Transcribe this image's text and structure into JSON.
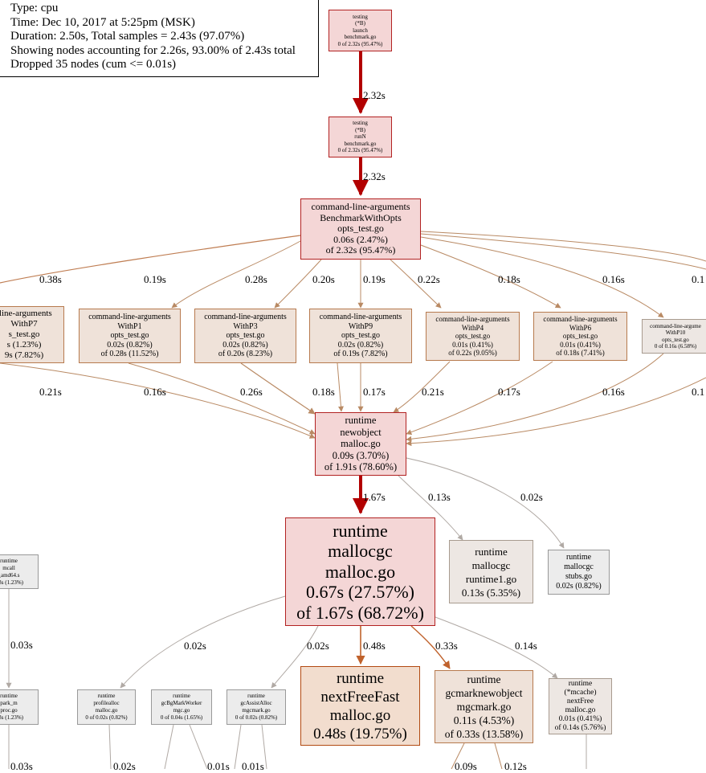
{
  "legend": {
    "lines": [
      "Type: cpu",
      "Time: Dec 10, 2017 at 5:25pm (MSK)",
      "Duration: 2.50s, Total samples = 2.43s (97.07%)",
      "Showing nodes accounting for 2.26s, 93.00% of 2.43s total",
      "Dropped 35 nodes (cum <= 0.01s)"
    ]
  },
  "nodes": {
    "launch": {
      "lines": [
        "testing",
        "(*B)",
        "launch",
        "benchmark.go",
        "0 of 2.32s (95.47%)"
      ]
    },
    "runN": {
      "lines": [
        "testing",
        "(*B)",
        "runN",
        "benchmark.go",
        "0 of 2.32s (95.47%)"
      ]
    },
    "bwo": {
      "lines": [
        "command-line-arguments",
        "BenchmarkWithOpts",
        "opts_test.go",
        "0.06s (2.47%)",
        "of 2.32s (95.47%)"
      ]
    },
    "p7": {
      "lines": [
        "-line-arguments",
        "WithP7",
        "s_test.go",
        "s (1.23%)",
        "9s (7.82%)"
      ]
    },
    "p1": {
      "lines": [
        "command-line-arguments",
        "WithP1",
        "opts_test.go",
        "0.02s (0.82%)",
        "of 0.28s (11.52%)"
      ]
    },
    "p3": {
      "lines": [
        "command-line-arguments",
        "WithP3",
        "opts_test.go",
        "0.02s (0.82%)",
        "of 0.20s (8.23%)"
      ]
    },
    "p9": {
      "lines": [
        "command-line-arguments",
        "WithP9",
        "opts_test.go",
        "0.02s (0.82%)",
        "of 0.19s (7.82%)"
      ]
    },
    "p4": {
      "lines": [
        "command-line-arguments",
        "WithP4",
        "opts_test.go",
        "0.01s (0.41%)",
        "of 0.22s (9.05%)"
      ]
    },
    "p6": {
      "lines": [
        "command-line-arguments",
        "WithP6",
        "opts_test.go",
        "0.01s (0.41%)",
        "of 0.18s (7.41%)"
      ]
    },
    "p10": {
      "lines": [
        "command-line-argume",
        "WithP10",
        "opts_test.go",
        "0 of 0.16s (6.58%)"
      ]
    },
    "newobject": {
      "lines": [
        "runtime",
        "newobject",
        "malloc.go",
        "0.09s (3.70%)",
        "of 1.91s (78.60%)"
      ]
    },
    "mallocgc": {
      "lines": [
        "runtime",
        "mallocgc",
        "malloc.go",
        "0.67s (27.57%)",
        "of 1.67s (68.72%)"
      ]
    },
    "mallocgc_r1": {
      "lines": [
        "runtime",
        "mallocgc",
        "runtime1.go",
        "0.13s (5.35%)"
      ]
    },
    "mallocgc_stubs": {
      "lines": [
        "runtime",
        "mallocgc",
        "stubs.go",
        "0.02s (0.82%)"
      ]
    },
    "mcall": {
      "lines": [
        "runtime",
        "mcall",
        "_amd64.s",
        ".03s (1.23%)"
      ]
    },
    "park_m": {
      "lines": [
        "runtime",
        "park_m",
        "proc.go",
        ".03s (1.23%)"
      ]
    },
    "profilealloc": {
      "lines": [
        "runtime",
        "profilealloc",
        "malloc.go",
        "0 of 0.02s (0.82%)"
      ]
    },
    "gcBgMarkWorker": {
      "lines": [
        "runtime",
        "gcBgMarkWorker",
        "mgc.go",
        "0 of 0.04s (1.65%)"
      ]
    },
    "gcAssistAlloc": {
      "lines": [
        "runtime",
        "gcAssistAlloc",
        "mgcmark.go",
        "0 of 0.02s (0.82%)"
      ]
    },
    "nextFreeFast": {
      "lines": [
        "runtime",
        "nextFreeFast",
        "malloc.go",
        "0.48s (19.75%)"
      ]
    },
    "gcmarknewobject": {
      "lines": [
        "runtime",
        "gcmarknewobject",
        "mgcmark.go",
        "0.11s (4.53%)",
        "of 0.33s (13.58%)"
      ]
    },
    "nextFree": {
      "lines": [
        "runtime",
        "(*mcache)",
        "nextFree",
        "malloc.go",
        "0.01s (0.41%)",
        "of 0.14s (5.76%)"
      ]
    }
  },
  "edges": [
    {
      "id": "launch-runN",
      "label": "2.32s"
    },
    {
      "id": "runN-bwo",
      "label": "2.32s"
    },
    {
      "id": "bwo-p7",
      "label": "0.38s"
    },
    {
      "id": "bwo-p1",
      "label": "0.19s"
    },
    {
      "id": "bwo-p3",
      "label": "0.28s"
    },
    {
      "id": "bwo-p9a",
      "label": "0.20s"
    },
    {
      "id": "bwo-p9b",
      "label": "0.19s"
    },
    {
      "id": "bwo-p4",
      "label": "0.22s"
    },
    {
      "id": "bwo-p6",
      "label": "0.18s"
    },
    {
      "id": "bwo-p10",
      "label": "0.16s"
    },
    {
      "id": "bwo-right",
      "label": "0.1"
    },
    {
      "id": "p7-no",
      "label": "0.21s"
    },
    {
      "id": "p1-no",
      "label": "0.16s"
    },
    {
      "id": "p3-no",
      "label": "0.26s"
    },
    {
      "id": "p9a-no",
      "label": "0.18s"
    },
    {
      "id": "p9b-no",
      "label": "0.17s"
    },
    {
      "id": "p4-no",
      "label": "0.21s"
    },
    {
      "id": "p6-no",
      "label": "0.17s"
    },
    {
      "id": "p10-no",
      "label": "0.16s"
    },
    {
      "id": "right-no",
      "label": "0.1"
    },
    {
      "id": "no-mallocgc",
      "label": "1.67s"
    },
    {
      "id": "no-r1",
      "label": "0.13s"
    },
    {
      "id": "no-stubs",
      "label": "0.02s"
    },
    {
      "id": "mcall-park",
      "label": "0.03s"
    },
    {
      "id": "mg-profile",
      "label": "0.02s"
    },
    {
      "id": "mg-assist",
      "label": "0.02s"
    },
    {
      "id": "mg-nff",
      "label": "0.48s"
    },
    {
      "id": "mg-gcmark",
      "label": "0.33s"
    },
    {
      "id": "mg-nextfree",
      "label": "0.14s"
    },
    {
      "id": "park-down",
      "label": "0.03s"
    },
    {
      "id": "profile-down",
      "label": "0.02s"
    },
    {
      "id": "bgmark-down",
      "label": "0.01s"
    },
    {
      "id": "assist-down",
      "label": "0.01s"
    },
    {
      "id": "gcmark-down1",
      "label": "0.09s"
    },
    {
      "id": "gcmark-down2",
      "label": "0.12s"
    }
  ],
  "colors": {
    "hot_fill": "#f4d6d6",
    "hot_border": "#b22222",
    "warm_fill": "#efe2d9",
    "warm_border": "#b77a4e",
    "cool_fill": "#ede7e3",
    "cool_border": "#a89b8f",
    "grey_fill": "#ececec",
    "grey_border": "#999999",
    "orange_fill": "#f2ddce",
    "orange_border": "#b24a12"
  }
}
